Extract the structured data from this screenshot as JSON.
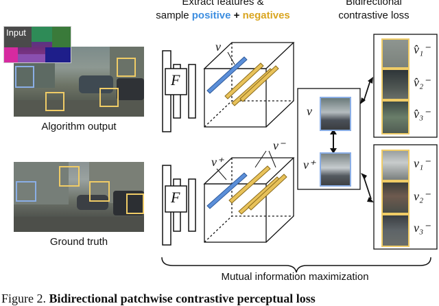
{
  "header": {
    "extract_line1": "Extract features &",
    "extract_line2_prefix": "sample",
    "positive_word": "positive",
    "plus": "+",
    "negatives_word": "negatives",
    "loss_line1": "Bidirectional",
    "loss_line2": "contrastive loss"
  },
  "inset_label": "Input",
  "labels": {
    "algorithm_output": "Algorithm output",
    "ground_truth": "Ground truth",
    "mutual_info": "Mutual information maximization"
  },
  "symbols": {
    "F": "F",
    "v": "v",
    "v_plus": "v⁺",
    "v_minus": "v⁻",
    "vhat_minus": [
      "v̂₁⁻",
      "v̂₂⁻",
      "v̂₃⁻"
    ],
    "v_minus_list": [
      "v₁⁻",
      "v₂⁻",
      "v₃⁻"
    ]
  },
  "caption": {
    "prefix": "Figure 2. ",
    "bold": "Bidirectional patchwise contrastive perceptual loss"
  },
  "colors": {
    "positive": "#5b8fd9",
    "negative": "#e8c25a",
    "positive_text": "#3d8ee0",
    "negative_text": "#d9a520",
    "patch_positive": "#8aaee6",
    "patch_negative": "#f0cc66"
  }
}
